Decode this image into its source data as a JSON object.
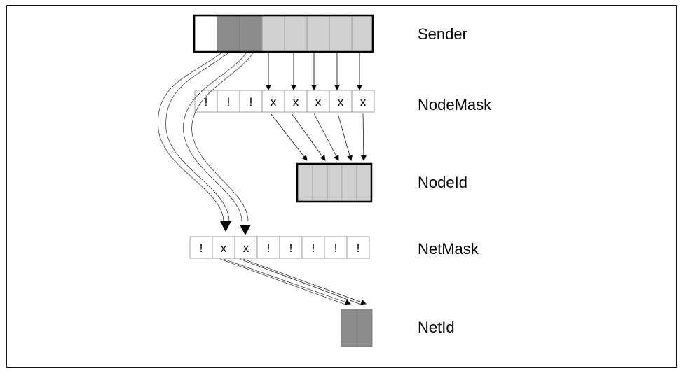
{
  "labels": {
    "sender": "Sender",
    "node_mask": "NodeMask",
    "node_id": "NodeId",
    "net_mask": "NetMask",
    "net_id": "NetId"
  },
  "node_mask_cells": [
    "!",
    "!",
    "!",
    "x",
    "x",
    "x",
    "x",
    "x"
  ],
  "net_mask_cells": [
    "!",
    "x",
    "x",
    "!",
    "!",
    "!",
    "!",
    "!"
  ],
  "colors": {
    "white": "#ffffff",
    "dark": "#8c8c8c",
    "light": "#d0d0d0",
    "line": "#000000"
  }
}
